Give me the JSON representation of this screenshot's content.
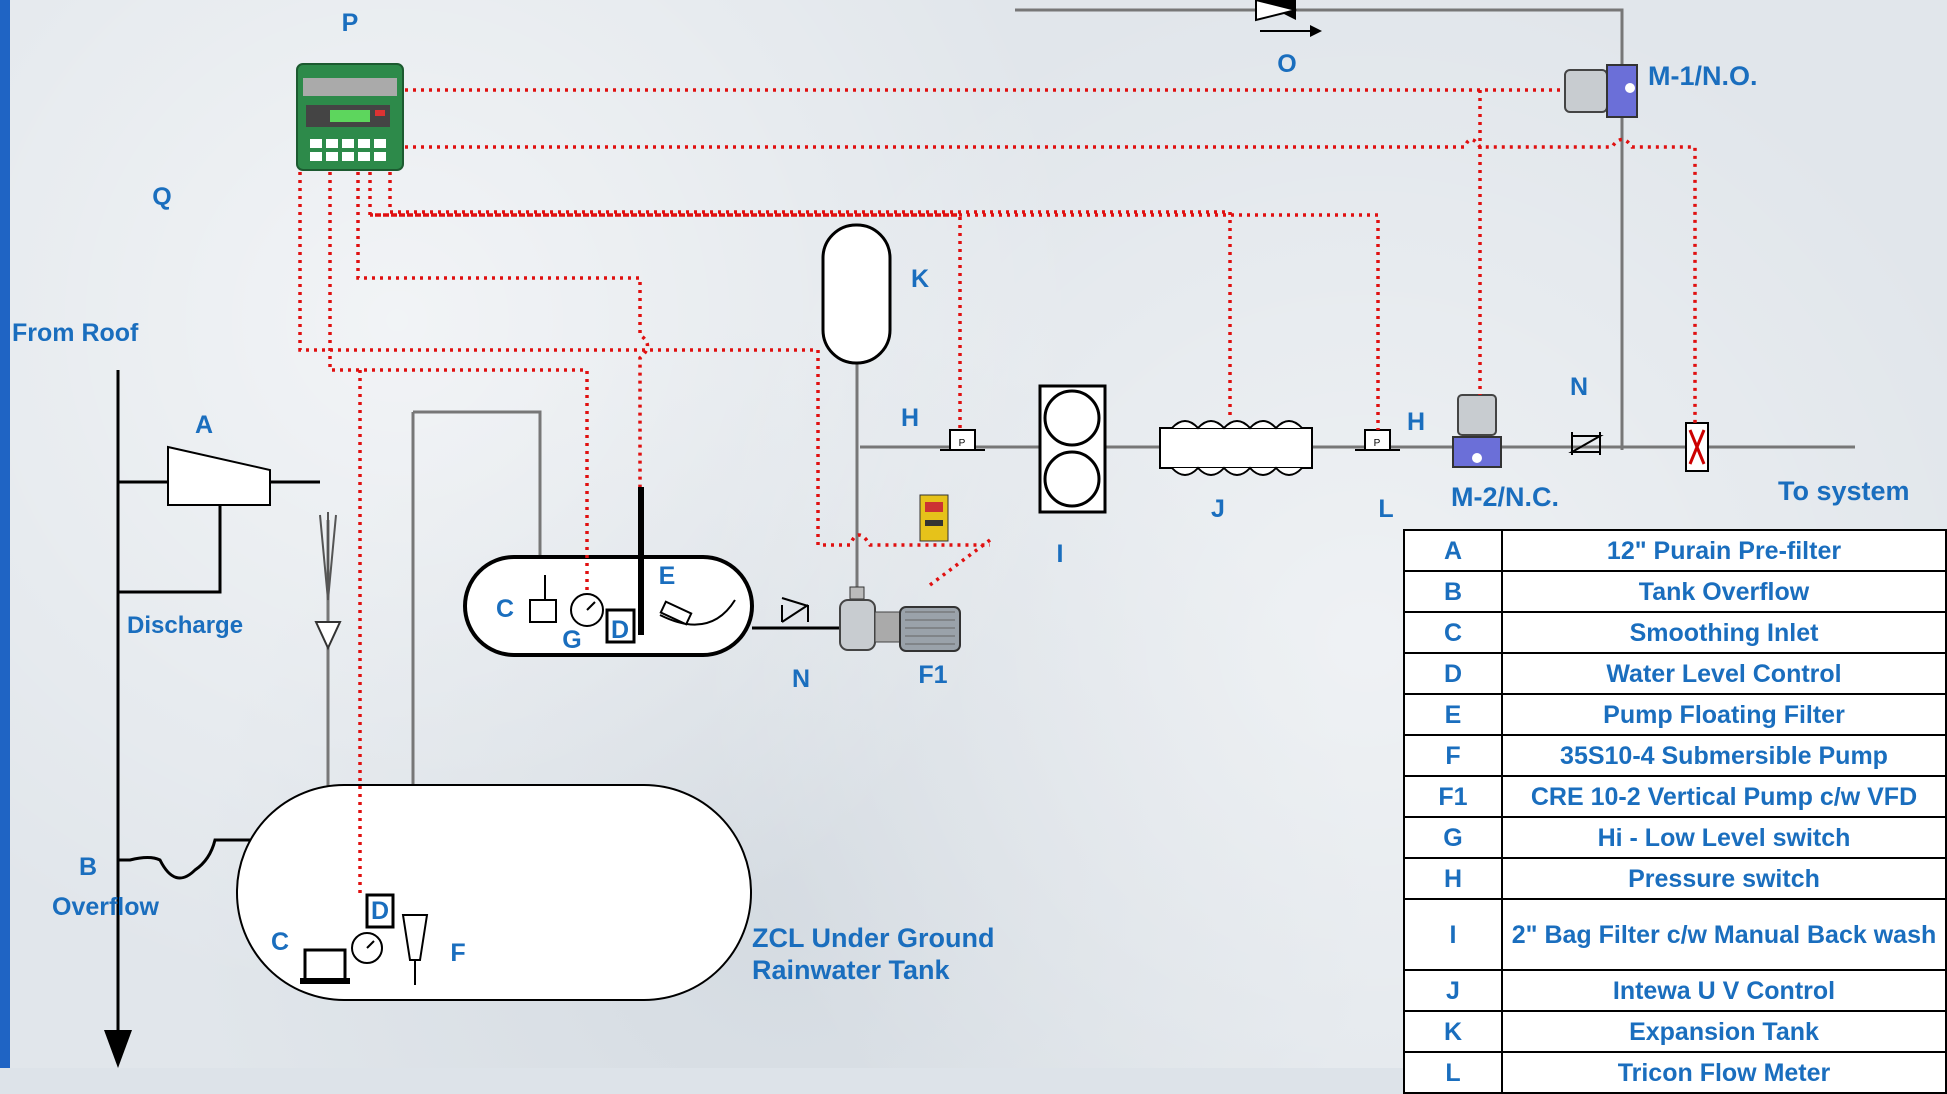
{
  "labels": {
    "P": "P",
    "Q": "Q",
    "O": "O",
    "M1": "M-1/N.O.",
    "from_roof": "From Roof",
    "A": "A",
    "discharge": "Discharge",
    "K": "K",
    "H1": "H",
    "H2": "H",
    "N1": "N",
    "N2": "N",
    "I": "I",
    "J": "J",
    "L": "L",
    "M2": "M-2/N.C.",
    "to_system": "To system",
    "E": "E",
    "C1": "C",
    "G": "G",
    "D1": "D",
    "F1": "F1",
    "B": "B",
    "overflow": "Overflow",
    "C2": "C",
    "D2": "D",
    "F": "F",
    "tank_line1": "ZCL Under Ground",
    "tank_line2": "Rainwater Tank",
    "ps_symbol": "P"
  },
  "legend": [
    {
      "key": "A",
      "desc": "12\" Purain Pre-filter"
    },
    {
      "key": "B",
      "desc": "Tank Overflow"
    },
    {
      "key": "C",
      "desc": "Smoothing Inlet"
    },
    {
      "key": "D",
      "desc": "Water Level Control"
    },
    {
      "key": "E",
      "desc": "Pump Floating Filter"
    },
    {
      "key": "F",
      "desc": "35S10-4 Submersible Pump"
    },
    {
      "key": "F1",
      "desc": "CRE 10-2 Vertical Pump  c/w VFD"
    },
    {
      "key": "G",
      "desc": "Hi - Low Level switch"
    },
    {
      "key": "H",
      "desc": "Pressure switch"
    },
    {
      "key": "I",
      "desc": "2\" Bag Filter c/w Manual Back wash"
    },
    {
      "key": "J",
      "desc": "Intewa U V Control"
    },
    {
      "key": "K",
      "desc": "Expansion Tank"
    },
    {
      "key": "L",
      "desc": "Tricon  Flow Meter"
    }
  ],
  "colors": {
    "label": "#1a6ebe",
    "wire": "#e01010",
    "pipe": "#777777",
    "border": "#1f64c4"
  }
}
